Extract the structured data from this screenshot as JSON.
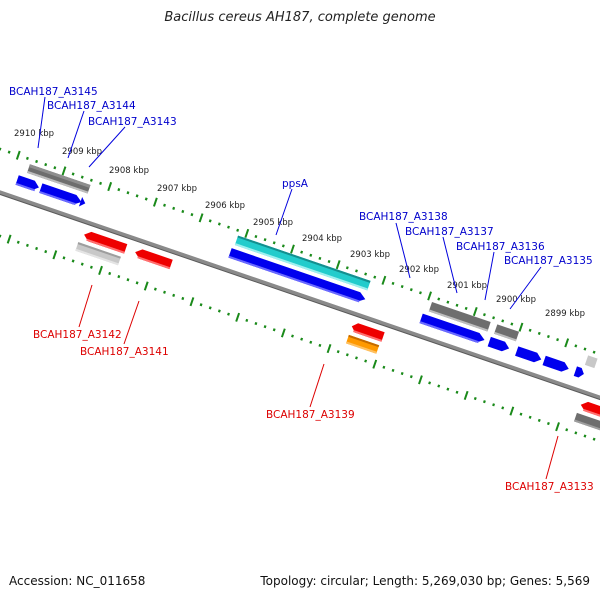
{
  "title": "Bacillus cereus AH187, complete genome",
  "footer": {
    "accession": "Accession: NC_011658",
    "topology": "Topology: circular; Length: 5,269,030 bp; Genes: 5,569"
  },
  "colors": {
    "forward_label": "#0000cc",
    "reverse_label": "#dd0000",
    "tick": "#1a8a1a",
    "backbone": "#8a8a8a",
    "cds_forward": "#0000ee",
    "cds_reverse": "#ee0000",
    "gene_dark": "#6e6e6e",
    "gene_light": "#c8c8c8",
    "gene_cyan": "#22cccc",
    "gene_orange": "#ff9900"
  },
  "ticks": [
    "2910 kbp",
    "2909 kbp",
    "2908 kbp",
    "2907 kbp",
    "2906 kbp",
    "2905 kbp",
    "2904 kbp",
    "2903 kbp",
    "2902 kbp",
    "2901 kbp",
    "2900 kbp",
    "2899 kbp"
  ],
  "forward_labels": [
    "BCAH187_A3145",
    "BCAH187_A3144",
    "BCAH187_A3143",
    "ppsA",
    "BCAH187_A3138",
    "BCAH187_A3137",
    "BCAH187_A3136",
    "BCAH187_A3135"
  ],
  "reverse_labels": [
    "BCAH187_A3142",
    "BCAH187_A3141",
    "BCAH187_A3139",
    "BCAH187_A3133"
  ]
}
